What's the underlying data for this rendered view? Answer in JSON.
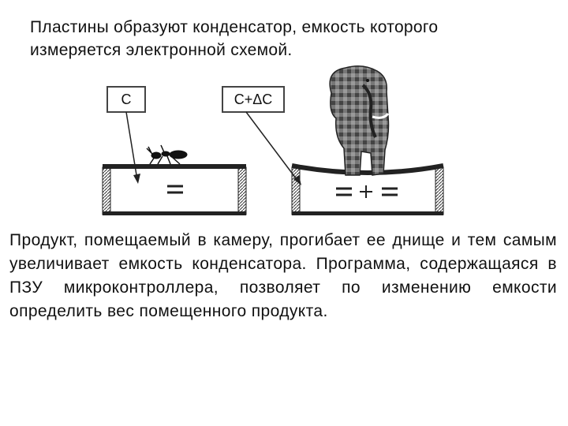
{
  "heading": {
    "line1": "Пластины образуют конденсатор, емкость которого",
    "line2": "измеряется электронной схемой."
  },
  "figure": {
    "left_box_label": "C",
    "right_box_label": "C+ΔC"
  },
  "description": "Продукт, помещаемый в камеру, прогибает ее днище и тем самым увеличивает емкость конденсатора. Программа, содержащаяся в ПЗУ микроконтроллера, позволяет по изменению емкости определить вес помещенного продукта."
}
